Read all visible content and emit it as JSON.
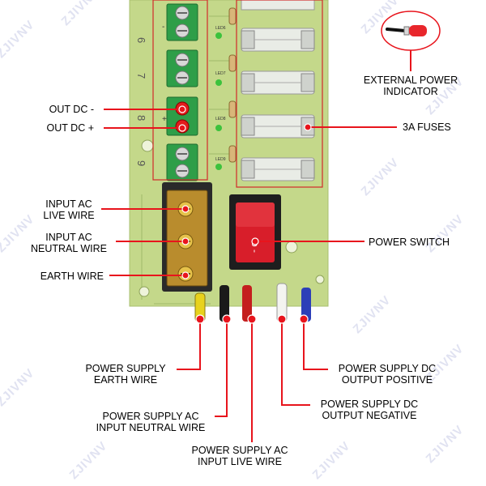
{
  "watermark": "ZJIVNV",
  "colors": {
    "pcb": "#c4d88a",
    "callout": "#e8141c",
    "terminal": "#2e9e48",
    "switch": "#d81e2a",
    "box": "#d22a2a"
  },
  "board": {
    "row_numbers": [
      "6",
      "7",
      "8",
      "9"
    ],
    "led_labels": [
      "LED6",
      "LED7",
      "LED8",
      "LED9"
    ]
  },
  "labels": {
    "external_power_indicator": "EXTERNAL POWER\nINDICATOR",
    "out_dc_minus": "OUT DC -",
    "out_dc_plus": "OUT DC +",
    "fuses": "3A FUSES",
    "input_ac_live": "INPUT AC\nLIVE WIRE",
    "input_ac_neutral": "INPUT AC\nNEUTRAL WIRE",
    "earth_wire": "EARTH WIRE",
    "power_switch": "POWER SWITCH",
    "ps_earth": "POWER SUPPLY\nEARTH WIRE",
    "ps_ac_neutral": "POWER SUPPLY AC\nINPUT NEUTRAL WIRE",
    "ps_ac_live": "POWER SUPPLY AC\nINPUT LIVE WIRE",
    "ps_dc_negative": "POWER SUPPLY DC\nOUTPUT NEGATIVE",
    "ps_dc_positive": "POWER SUPPLY DC\nOUTPUT POSITIVE"
  }
}
